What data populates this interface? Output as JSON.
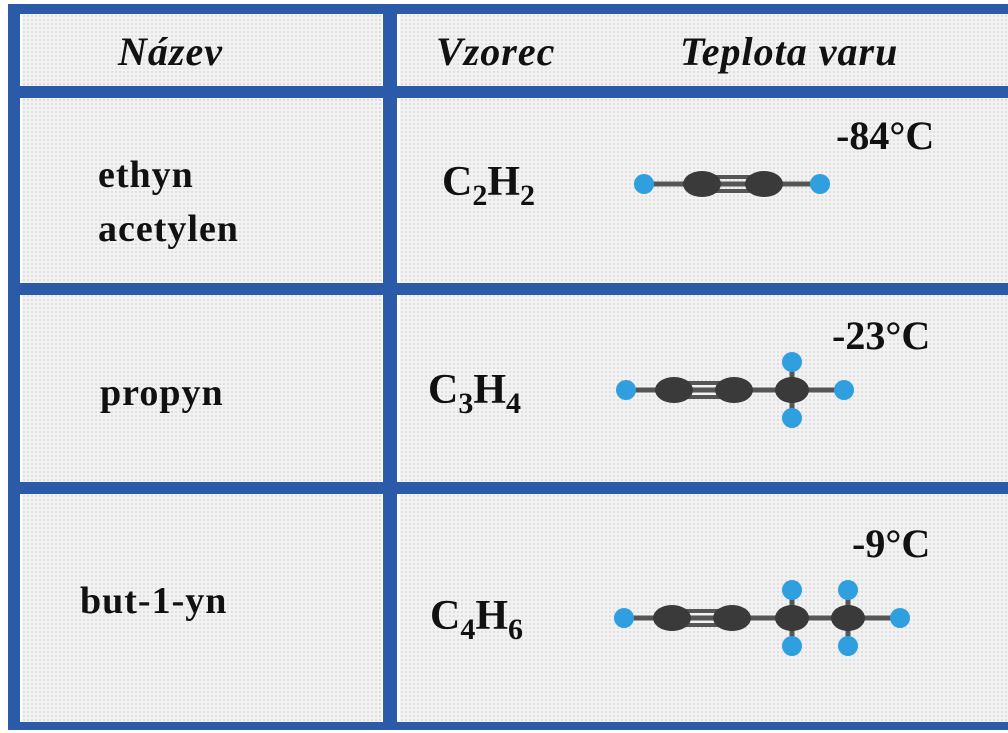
{
  "headers": {
    "name": "Název",
    "formula": "Vzorec",
    "boiling_point": "Teplota varu"
  },
  "rows": [
    {
      "name_line1": "ethyn",
      "name_line2": "acetylen",
      "formula_c": "C",
      "formula_c_sub": "2",
      "formula_h": "H",
      "formula_h_sub": "2",
      "boiling_point": "-84°C",
      "molecule": "ethyne-ball-and-stick"
    },
    {
      "name_line1": "propyn",
      "formula_c": "C",
      "formula_c_sub": "3",
      "formula_h": "H",
      "formula_h_sub": "4",
      "boiling_point": "-23°C",
      "molecule": "propyne-ball-and-stick"
    },
    {
      "name_line1": "but-1-yn",
      "formula_c": "C",
      "formula_c_sub": "4",
      "formula_h": "H",
      "formula_h_sub": "6",
      "boiling_point": "-9°C",
      "molecule": "but-1-yne-ball-and-stick"
    }
  ],
  "colors": {
    "grid": "#2a5aa8",
    "carbon": "#3a3a3a",
    "hydrogen": "#2f9fe0",
    "cell": "#f2f2f2"
  }
}
